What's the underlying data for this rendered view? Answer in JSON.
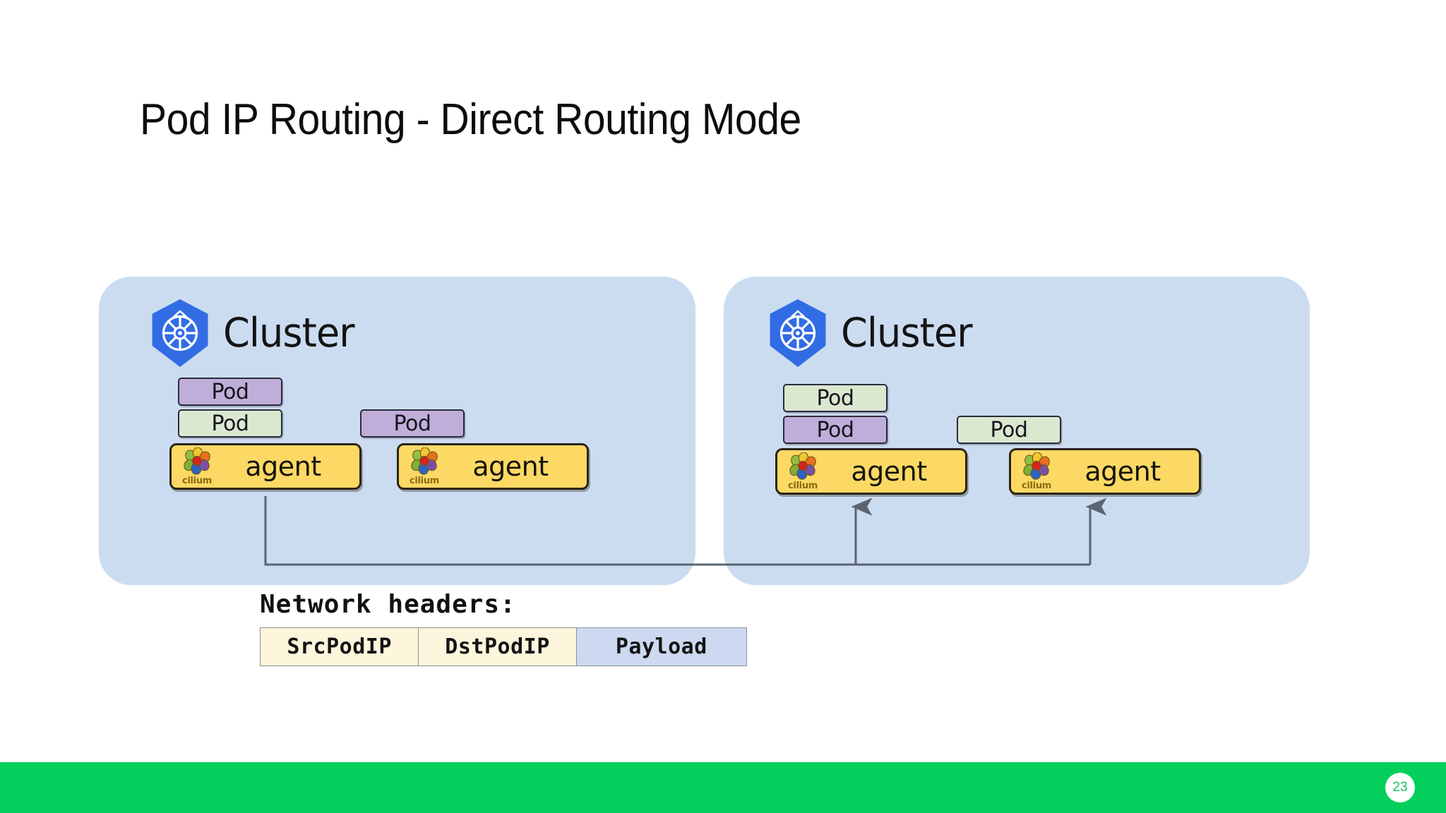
{
  "slide": {
    "title": "Pod IP Routing - Direct Routing Mode",
    "page_number": "23",
    "footer_color": "#04cf5c",
    "cluster_box_color": "#ccdcf0",
    "pod_purple_color": "#bfaed9",
    "pod_green_color": "#dbe8d0",
    "agent_color": "#fcd964",
    "connector_color": "#5a6470"
  },
  "diagram": {
    "clusters": [
      {
        "id": "cluster-left",
        "name": "Cluster",
        "logo": "kubernetes-icon",
        "pods": [
          {
            "label": "Pod",
            "color": "purple"
          },
          {
            "label": "Pod",
            "color": "green"
          },
          {
            "label": "Pod",
            "color": "purple"
          }
        ],
        "agents": [
          {
            "label": "agent",
            "logo": "cilium-icon",
            "logo_word": "cilium"
          },
          {
            "label": "agent",
            "logo": "cilium-icon",
            "logo_word": "cilium"
          }
        ]
      },
      {
        "id": "cluster-right",
        "name": "Cluster",
        "logo": "kubernetes-icon",
        "pods": [
          {
            "label": "Pod",
            "color": "green"
          },
          {
            "label": "Pod",
            "color": "purple"
          },
          {
            "label": "Pod",
            "color": "green"
          }
        ],
        "agents": [
          {
            "label": "agent",
            "logo": "cilium-icon",
            "logo_word": "cilium"
          },
          {
            "label": "agent",
            "logo": "cilium-icon",
            "logo_word": "cilium"
          }
        ]
      }
    ],
    "network_headers": {
      "label": "Network headers:",
      "cells": [
        {
          "text": "SrcPodIP",
          "kind": "ip"
        },
        {
          "text": "DstPodIP",
          "kind": "ip"
        },
        {
          "text": "Payload",
          "kind": "payload"
        }
      ]
    }
  }
}
